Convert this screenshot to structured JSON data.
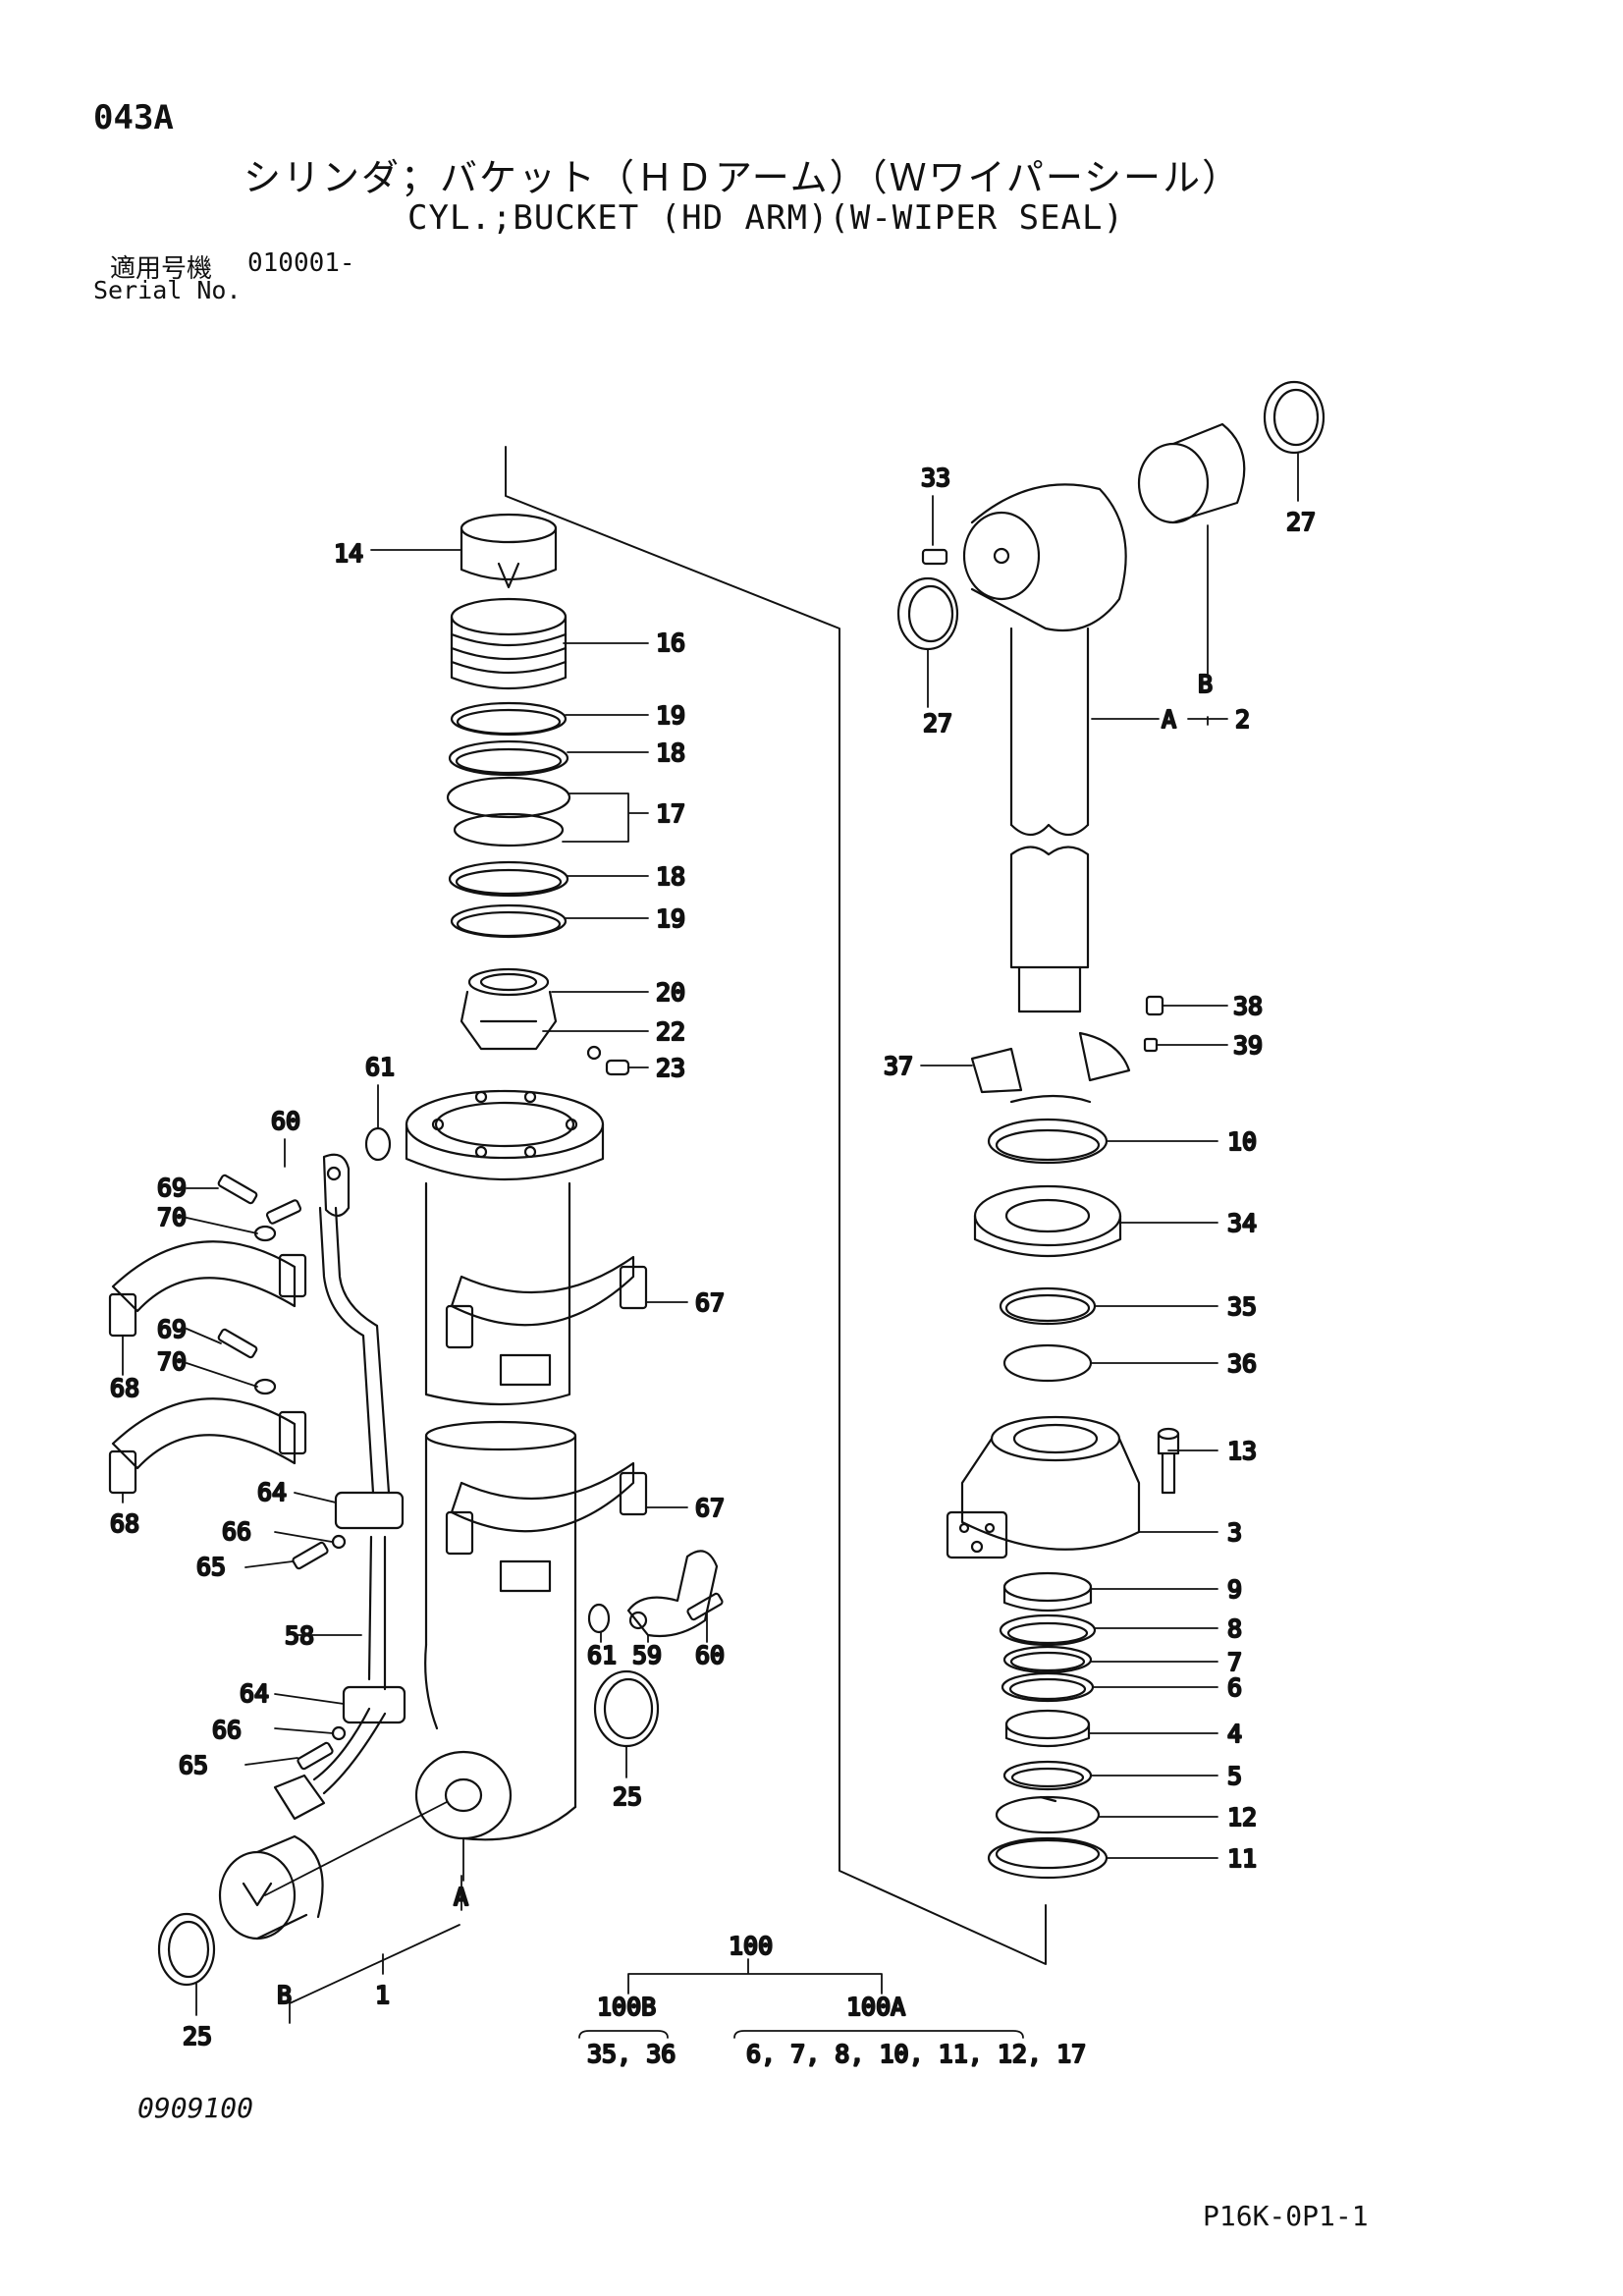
{
  "header": {
    "page_code": "043A",
    "title_jp": "シリンダ；バケット（ＨＤアーム）（Ｗワイパーシール）",
    "title_en": "CYL.;BUCKET (HD ARM)(W-WIPER SEAL)",
    "serial_label_jp": "適用号機",
    "serial_value": "010001-",
    "serial_label_en": "Serial No."
  },
  "footer": {
    "drawing_no": "0909100",
    "page_ref": "P16K-0P1-1"
  },
  "callouts": [
    {
      "id": "c14",
      "label": "14"
    },
    {
      "id": "c16",
      "label": "16"
    },
    {
      "id": "c19a",
      "label": "19"
    },
    {
      "id": "c18a",
      "label": "18"
    },
    {
      "id": "c17",
      "label": "17"
    },
    {
      "id": "c18b",
      "label": "18"
    },
    {
      "id": "c19b",
      "label": "19"
    },
    {
      "id": "c20",
      "label": "20"
    },
    {
      "id": "c22",
      "label": "22"
    },
    {
      "id": "c23",
      "label": "23"
    },
    {
      "id": "c61a",
      "label": "61"
    },
    {
      "id": "c60a",
      "label": "60"
    },
    {
      "id": "c69a",
      "label": "69"
    },
    {
      "id": "c70a",
      "label": "70"
    },
    {
      "id": "c67a",
      "label": "67"
    },
    {
      "id": "c69b",
      "label": "69"
    },
    {
      "id": "c70b",
      "label": "70"
    },
    {
      "id": "c68a",
      "label": "68"
    },
    {
      "id": "c68b",
      "label": "68"
    },
    {
      "id": "c64a",
      "label": "64"
    },
    {
      "id": "c66a",
      "label": "66"
    },
    {
      "id": "c65a",
      "label": "65"
    },
    {
      "id": "c67b",
      "label": "67"
    },
    {
      "id": "c58",
      "label": "58"
    },
    {
      "id": "c61b",
      "label": "61"
    },
    {
      "id": "c59",
      "label": "59"
    },
    {
      "id": "c60b",
      "label": "60"
    },
    {
      "id": "c64b",
      "label": "64"
    },
    {
      "id": "c66b",
      "label": "66"
    },
    {
      "id": "c65b",
      "label": "65"
    },
    {
      "id": "c25a",
      "label": "25"
    },
    {
      "id": "cA1",
      "label": "A"
    },
    {
      "id": "cB1",
      "label": "B"
    },
    {
      "id": "c1",
      "label": "1"
    },
    {
      "id": "c25b",
      "label": "25"
    },
    {
      "id": "c33",
      "label": "33"
    },
    {
      "id": "c27a",
      "label": "27"
    },
    {
      "id": "c27b",
      "label": "27"
    },
    {
      "id": "cB2",
      "label": "B"
    },
    {
      "id": "cA2",
      "label": "A"
    },
    {
      "id": "c2",
      "label": "2"
    },
    {
      "id": "c38",
      "label": "38"
    },
    {
      "id": "c39",
      "label": "39"
    },
    {
      "id": "c37",
      "label": "37"
    },
    {
      "id": "c10",
      "label": "10"
    },
    {
      "id": "c34",
      "label": "34"
    },
    {
      "id": "c35",
      "label": "35"
    },
    {
      "id": "c36",
      "label": "36"
    },
    {
      "id": "c13",
      "label": "13"
    },
    {
      "id": "c3",
      "label": "3"
    },
    {
      "id": "c9",
      "label": "9"
    },
    {
      "id": "c8",
      "label": "8"
    },
    {
      "id": "c7",
      "label": "7"
    },
    {
      "id": "c6",
      "label": "6"
    },
    {
      "id": "c4",
      "label": "4"
    },
    {
      "id": "c5",
      "label": "5"
    },
    {
      "id": "c12",
      "label": "12"
    },
    {
      "id": "c11",
      "label": "11"
    }
  ],
  "kits": {
    "total": "100",
    "kit_b": "100B",
    "kit_a": "100A",
    "kit_b_parts": "35, 36",
    "kit_a_parts": "6, 7, 8, 10, 11, 12, 17"
  }
}
